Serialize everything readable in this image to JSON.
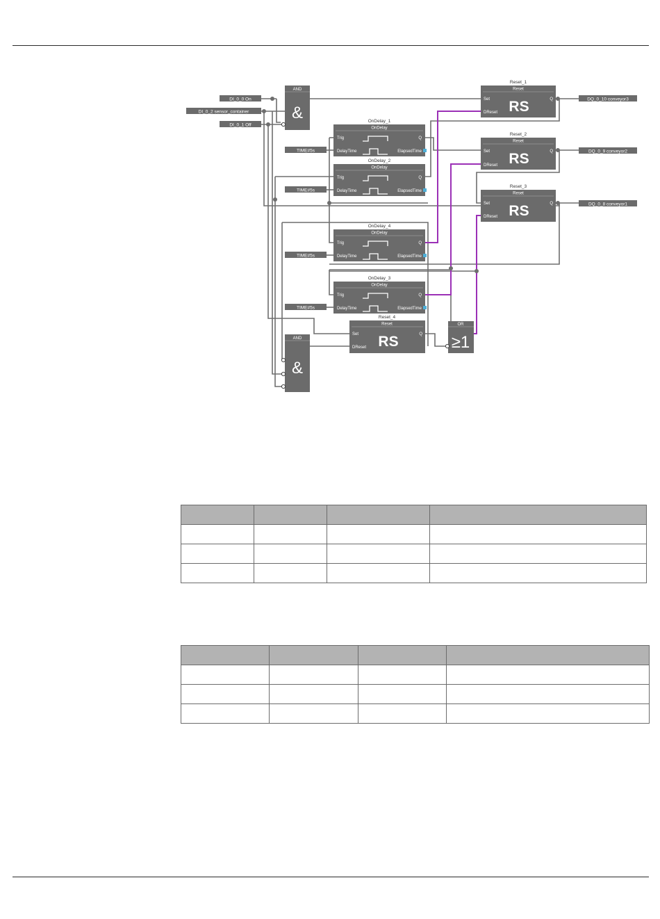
{
  "diagram": {
    "inputs": {
      "di_on": "DI_0_0 On",
      "di_sensor": "DI_0_2 sensor_container",
      "di_off": "DI_0_1 Off"
    },
    "outputs": {
      "dq10": "DQ_0_10 conveyor3",
      "dq9": "DQ_0_9 conveyor2",
      "dq8": "DQ_0_8 conveyor1"
    },
    "time_label": "TIME#5s",
    "and_gate": {
      "title": "AND",
      "symbol": "&"
    },
    "or_gate": {
      "title": "OR",
      "symbol": "≥1"
    },
    "rs": {
      "header": "Reset",
      "symbol": "RS",
      "pin_set": "Set",
      "pin_dreset": "DReset",
      "pin_q": "Q",
      "names": {
        "r1": "Reset_1",
        "r2": "Reset_2",
        "r3": "Reset_3",
        "r4": "Reset_4"
      }
    },
    "ondelay": {
      "header": "OnDelay",
      "pin_trig": "Trig",
      "pin_delay": "DelayTime",
      "pin_q": "Q",
      "pin_elapsed": "ElapsedTime",
      "names": {
        "d1": "OnDelay_1",
        "d2": "OnDelay_2",
        "d3": "OnDelay_3",
        "d4": "OnDelay_4"
      }
    }
  }
}
